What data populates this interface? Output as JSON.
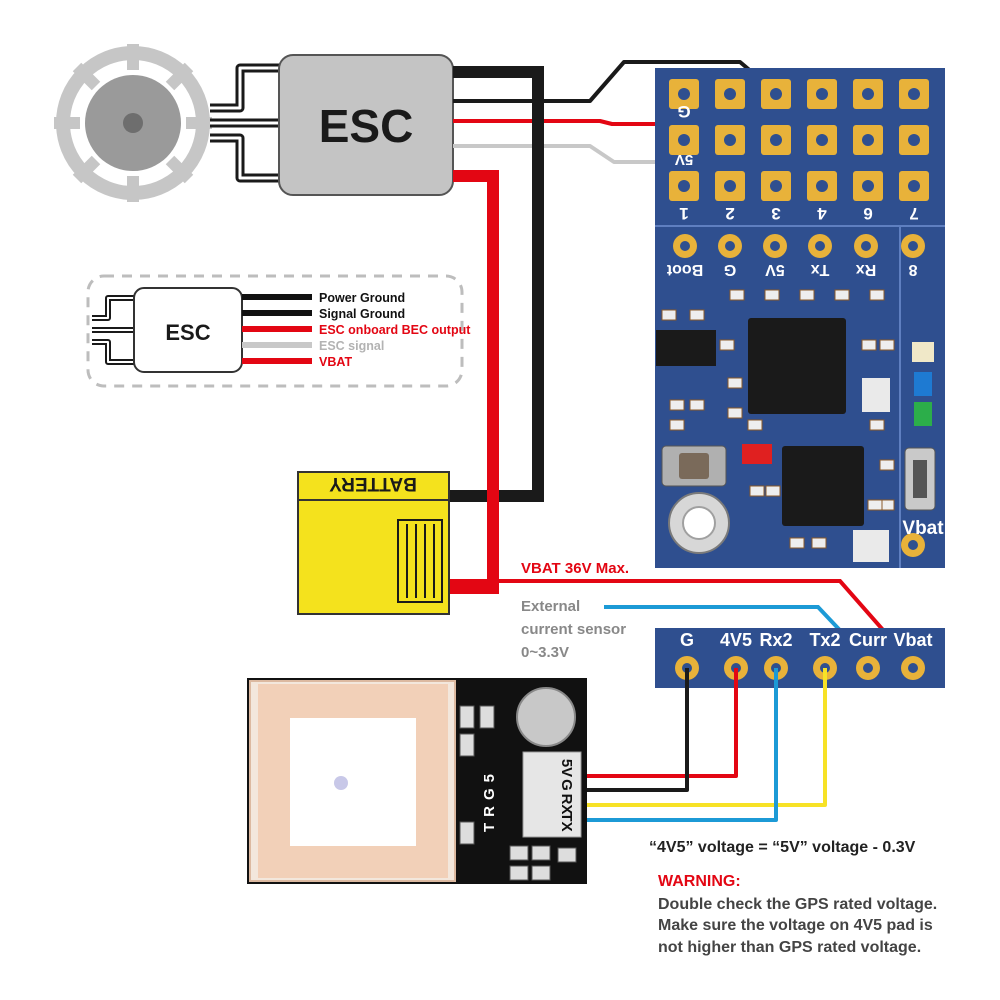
{
  "esc": {
    "label": "ESC"
  },
  "legend": {
    "esc_label": "ESC",
    "wires": [
      {
        "label": "Power Ground",
        "color": "#111111"
      },
      {
        "label": "Signal Ground",
        "color": "#111111"
      },
      {
        "label": "ESC onboard BEC output",
        "color": "#e30613"
      },
      {
        "label": "ESC signal",
        "color": "#b3b3b3"
      },
      {
        "label": "VBAT",
        "color": "#e30613"
      }
    ]
  },
  "battery": {
    "label": "BATTERY"
  },
  "fc_board": {
    "pin_rows": {
      "top_labels": [
        "G",
        "5V"
      ],
      "channel_labels": [
        "1",
        "2",
        "3",
        "4",
        "6",
        "7"
      ]
    },
    "pads": [
      "Boot",
      "G",
      "5V",
      "Tx",
      "Rx",
      "8"
    ],
    "vbat_label": "Vbat"
  },
  "vbat_note": "VBAT  36V Max.",
  "current_sensor_note": [
    "External",
    "current sensor",
    "0~3.3V"
  ],
  "connector": {
    "labels": [
      "G",
      "4V5",
      "Rx2",
      "Tx2",
      "Curr",
      "Vbat"
    ]
  },
  "gps": {
    "module_label": "TRG5",
    "pins": [
      "5V",
      "G",
      "RX",
      "TX"
    ]
  },
  "voltage_note": "“4V5” voltage = “5V” voltage - 0.3V",
  "warning": {
    "title": "WARNING:",
    "lines": [
      "Double check the GPS rated voltage.",
      "Make sure the voltage on 4V5 pad is",
      "not higher than GPS rated voltage."
    ]
  },
  "colors": {
    "board_blue": "#2f4f8f",
    "pad_gold": "#e8b23a",
    "wire_red": "#e30613",
    "wire_black": "#1a1a1a",
    "wire_gray": "#b3b3b3",
    "wire_blue": "#1c9ad6",
    "wire_yellow": "#f7e226",
    "battery_yellow": "#f4e21d"
  }
}
